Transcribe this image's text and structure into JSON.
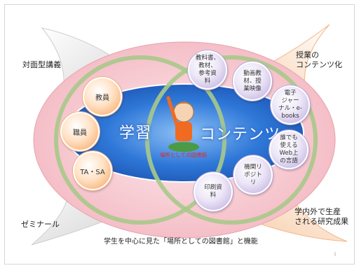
{
  "diagram": {
    "title_bottom": "学生を中心に見た「場所としての図書館」と機能",
    "center_caption": "場所としての図書館",
    "big_words": {
      "left": "学習",
      "right": "コンテンツ"
    },
    "corner_labels": {
      "top_left": "対面型講義",
      "top_right": "授業の\nコンテンツ化",
      "bottom_left": "ゼミナール",
      "bottom_right": "学内外で生産\nされる研究成果"
    },
    "orange_nodes": [
      "教員",
      "職員",
      "TA・SA"
    ],
    "purple_nodes": [
      "教科書、\n教材、\n参考資\n料",
      "動画教\n材、授\n業映像",
      "電子\nジャー\nナル・e-\nbooks",
      "誰でも\n使える\nWeb上\nの言語",
      "機関リ\nポジト\nリ",
      "印刷資\n料"
    ],
    "page_marker": "1",
    "colors": {
      "blue_ellipse": "#2f78d8",
      "green_ring": "#a9c98a",
      "orange_node": "#f6a25a",
      "purple_node": "#b9a8dc",
      "gray_petal": "#d9d9d9",
      "orange_petal": "#f7c79f",
      "red_text": "#e0282a"
    }
  }
}
